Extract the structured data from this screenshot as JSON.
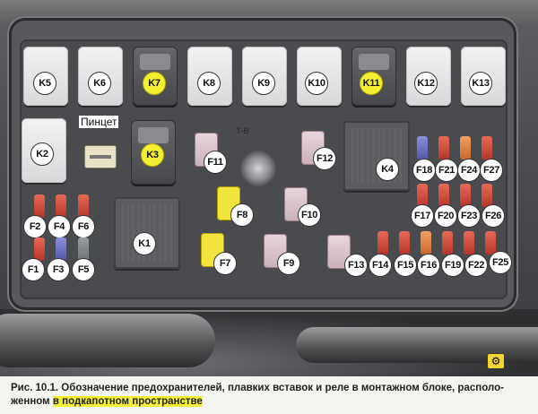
{
  "relays": [
    {
      "id": "k5",
      "label": "K5",
      "dark": false
    },
    {
      "id": "k6",
      "label": "K6",
      "dark": false
    },
    {
      "id": "k7",
      "label": "K7",
      "dark": true,
      "highlight": true
    },
    {
      "id": "k8",
      "label": "K8",
      "dark": false
    },
    {
      "id": "k9",
      "label": "K9",
      "dark": false
    },
    {
      "id": "k10",
      "label": "K10",
      "dark": false
    },
    {
      "id": "k11",
      "label": "K11",
      "dark": true,
      "highlight": true
    },
    {
      "id": "k12",
      "label": "K12",
      "dark": false
    },
    {
      "id": "k13",
      "label": "K13",
      "dark": false
    },
    {
      "id": "k2",
      "label": "K2",
      "dark": false
    },
    {
      "id": "k3",
      "label": "K3",
      "dark": true,
      "highlight": true
    },
    {
      "id": "k4",
      "label": "K4"
    },
    {
      "id": "k1",
      "label": "K1"
    }
  ],
  "maxi_fuses": [
    {
      "id": "f11",
      "label": "F11",
      "highlight": false
    },
    {
      "id": "f12",
      "label": "F12",
      "highlight": false
    },
    {
      "id": "f8",
      "label": "F8",
      "highlight": true
    },
    {
      "id": "f10",
      "label": "F10",
      "highlight": false
    },
    {
      "id": "f7",
      "label": "F7",
      "highlight": true
    },
    {
      "id": "f9",
      "label": "F9",
      "highlight": false
    },
    {
      "id": "f13",
      "label": "F13",
      "highlight": false
    }
  ],
  "mini_fuses": [
    {
      "label": "F2"
    },
    {
      "label": "F4"
    },
    {
      "label": "F6"
    },
    {
      "label": "F1"
    },
    {
      "label": "F3"
    },
    {
      "label": "F5"
    },
    {
      "label": "F18"
    },
    {
      "label": "F21"
    },
    {
      "label": "F24"
    },
    {
      "label": "F27"
    },
    {
      "label": "F17"
    },
    {
      "label": "F20"
    },
    {
      "label": "F23"
    },
    {
      "label": "F26"
    },
    {
      "label": "F14"
    },
    {
      "label": "F15"
    },
    {
      "label": "F16"
    },
    {
      "label": "F19"
    },
    {
      "label": "F22"
    },
    {
      "label": "F25"
    }
  ],
  "tweezers_label": "Пинцет",
  "stud_marking": "Т-В",
  "caption": {
    "prefix": "Рис. 10.1. Обозначение предохранителей, плавких вставок и реле в монтажном блоке, располо-",
    "line2_plain": "женном ",
    "line2_highlight": "в подкапотном пространстве"
  },
  "colors": {
    "highlight": "#f5ef34",
    "label_bg": "#ffffff",
    "block": "#58595c"
  }
}
